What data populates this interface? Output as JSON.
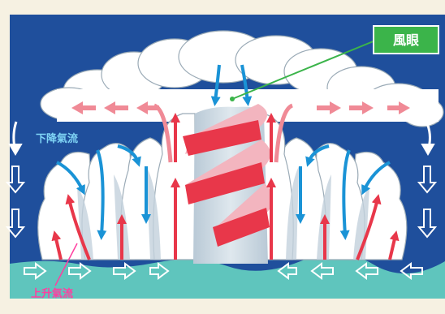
{
  "labels": {
    "eye": "風眼",
    "downdraft": "下降氣流",
    "updraft": "上升氣流"
  },
  "colors": {
    "frame": "#f6f1e2",
    "sky": "#1f4f9c",
    "sea": "#5fc5bd",
    "cloud": "#ffffff",
    "cloud_shade": "#c4d2dd",
    "updraft_red": "#e8374a",
    "outflow_pink": "#f08a96",
    "downdraft_blue": "#1a93d6",
    "eye_box": "#3bb44a",
    "downdraft_label": "#7fd4f5",
    "updraft_label": "#ff3fa0"
  },
  "icons": [
    "up-arrow",
    "down-arrow",
    "outflow-arrow",
    "inflow-arrow",
    "spiral-band"
  ]
}
